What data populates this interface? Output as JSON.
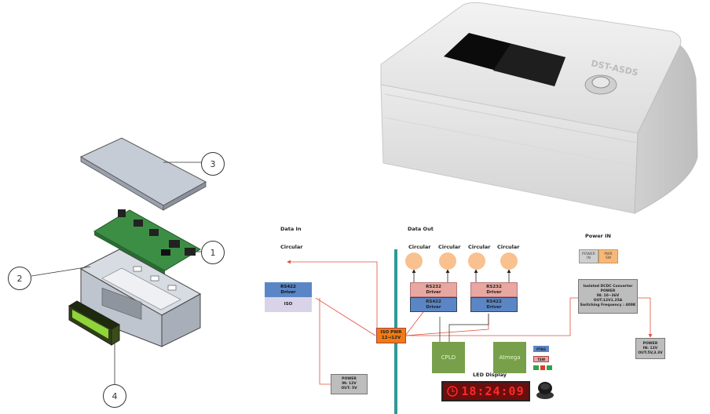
{
  "device": {
    "brand_text": "DST-ASDS"
  },
  "callouts": [
    "3",
    "1",
    "2",
    "4"
  ],
  "labels": {
    "data_in": "Data In",
    "circular_in": "Circular",
    "data_out": "Data Out",
    "circular_out": [
      "Circular",
      "Circular",
      "Circular",
      "Circular"
    ],
    "power_in": "Power IN",
    "led_display": "LED Display"
  },
  "blocks": {
    "rs422_in": "RS422\nDriver",
    "iso": "ISO",
    "rs232_a": "RS232\nDriver",
    "rs422_a": "RS422\nDriver",
    "rs232_b": "RS232\nDriver",
    "rs422_b": "RS422\nDriver",
    "iso_pwr": "ISO PWR\n12→12V",
    "cpld": "CPLD",
    "atmega": "Atmega",
    "power_sw_left": "POWER\nIN",
    "power_sw_right": "PWR\nSW",
    "dcdc": "Isolated DCDC Converter\nPOWER\nIN: 10~36V\nOUT:12V1.25A\nSwitching Frequency : 400K",
    "power_right": "POWER\nIN: 12V\nOUT:5V,3.3V",
    "power_bottom": "POWER\nIN: 12V\nOUT: 5V",
    "tag_blue": "PTAG",
    "tag_red": "TSW"
  },
  "clock": {
    "time": "18:24:09"
  },
  "colors": {
    "bus": "#2e9a96",
    "wire": "#e0503a",
    "rs232": "#e8a7a0",
    "rs422": "#5b86c5",
    "iso": "#d9d3ea",
    "iso_pwr": "#f07b14",
    "chip": "#78a04a",
    "gray": "#bdbdbd",
    "circle": "#f8c18f",
    "clock_bg": "#6b0e0e",
    "clock_fg": "#ff2a2a"
  }
}
